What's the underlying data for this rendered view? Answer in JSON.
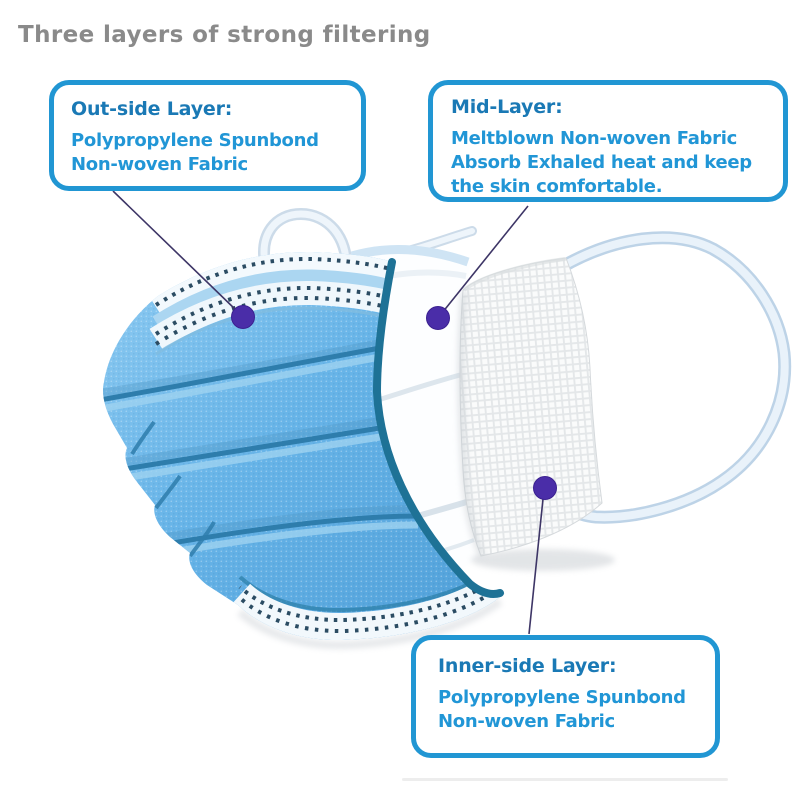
{
  "title": "Three layers of strong filtering",
  "callouts": {
    "outside": {
      "heading": "Out-side Layer:",
      "body": "Polypropylene Spunbond\nNon-woven Fabric"
    },
    "mid": {
      "heading": "Mid-Layer:",
      "body": "Meltblown Non-woven Fabric\nAbsorb Exhaled heat and keep\nthe skin comfortable."
    },
    "inner": {
      "heading": "Inner-side Layer:",
      "body": "Polypropylene Spunbond\nNon-woven Fabric"
    }
  },
  "colors": {
    "title_text": "#8a8a8a",
    "box_border": "#2196d3",
    "heading_text": "#1a79b5",
    "body_text": "#2196d6",
    "marker": "#4a2da8",
    "connector": "#3d3566",
    "mask_blue": "#67b4e8",
    "mask_edge_teal": "#1e7296",
    "stitch_dots": "#2b4c63",
    "mesh_gray": "#e4e7e9",
    "strap": "#e9f2fa"
  }
}
